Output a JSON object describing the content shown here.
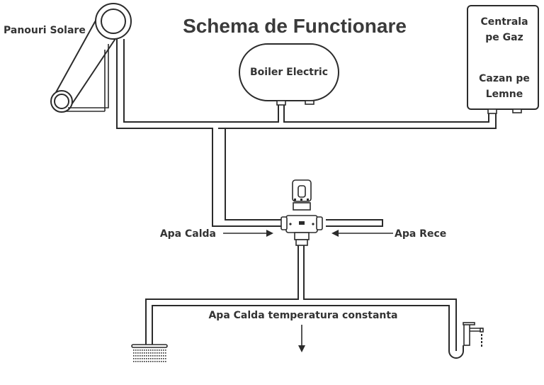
{
  "title": "Schema de Functionare",
  "components": {
    "solar_panels": "Panouri Solare",
    "electric_boiler": "Boiler Electric",
    "gas_boiler_line1": "Centrala",
    "gas_boiler_line2": "pe Gaz",
    "wood_boiler_line1": "Cazan pe",
    "wood_boiler_line2": "Lemne",
    "mixing_valve": "thermostatic-mixing-valve",
    "shower": "shower-head",
    "faucet": "sink-faucet"
  },
  "flows": {
    "hot_water_in": "Apa Calda",
    "cold_water_in": "Apa Rece",
    "constant_temp_out": "Apa Calda temperatura constanta"
  },
  "colors": {
    "line": "#2b2b2b",
    "text": "#333333",
    "background": "#ffffff"
  }
}
